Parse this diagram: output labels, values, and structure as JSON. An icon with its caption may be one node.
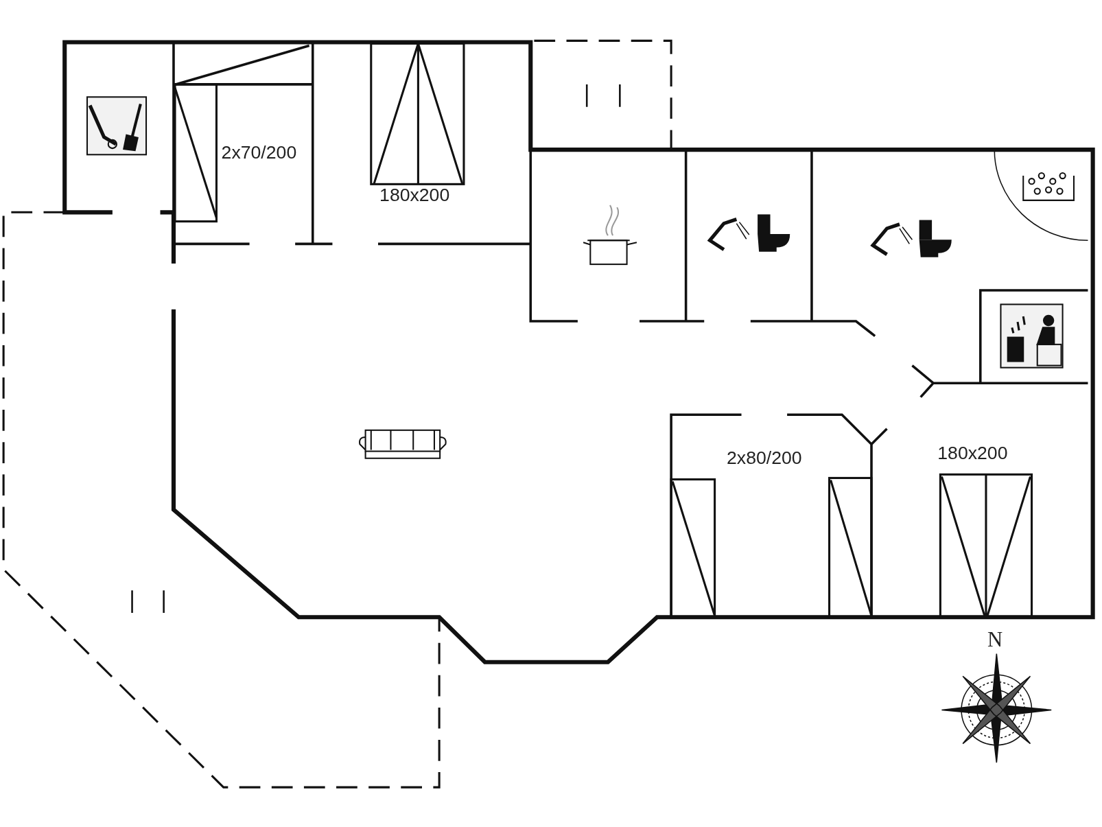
{
  "diagram": {
    "labels": [
      "2x70/200",
      "180x200",
      "180x200",
      "2x80/200",
      "N"
    ]
  }
}
